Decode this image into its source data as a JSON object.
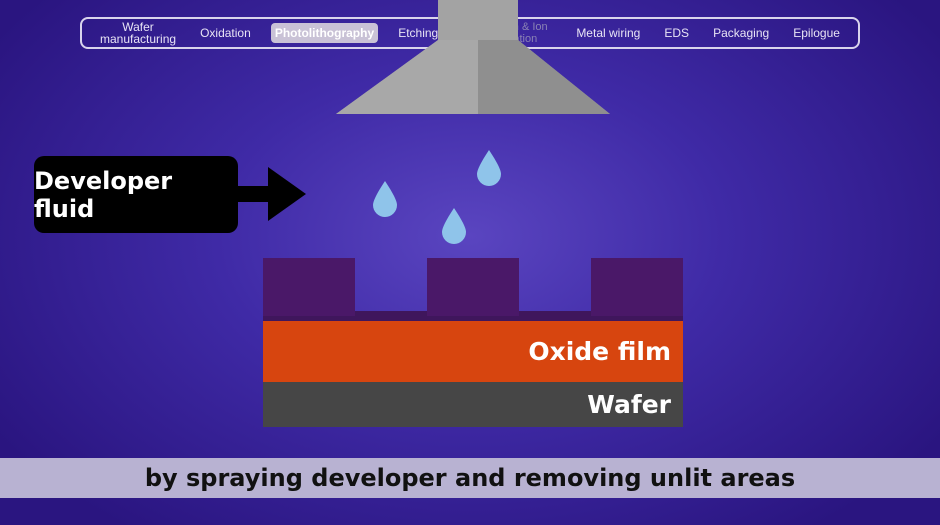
{
  "nav": {
    "items": [
      {
        "label": "Wafer manufacturing"
      },
      {
        "label": "Oxidation"
      },
      {
        "label": "Photolithography",
        "active": true
      },
      {
        "label": "Etching"
      },
      {
        "label": "Deposition & Ion Implantation",
        "partially_hidden": true
      },
      {
        "label": "Metal wiring"
      },
      {
        "label": "EDS"
      },
      {
        "label": "Packaging"
      },
      {
        "label": "Epilogue"
      }
    ]
  },
  "diagram": {
    "pointer_label": "Developer fluid",
    "layers": {
      "oxide": "Oxide film",
      "wafer": "Wafer"
    },
    "colors": {
      "resist": "#4a1868",
      "oxide": "#d7450f",
      "wafer": "#464646",
      "droplet": "#8fc4ea",
      "nozzle": "#9b9b9b"
    }
  },
  "caption": "by spraying developer and removing unlit areas"
}
